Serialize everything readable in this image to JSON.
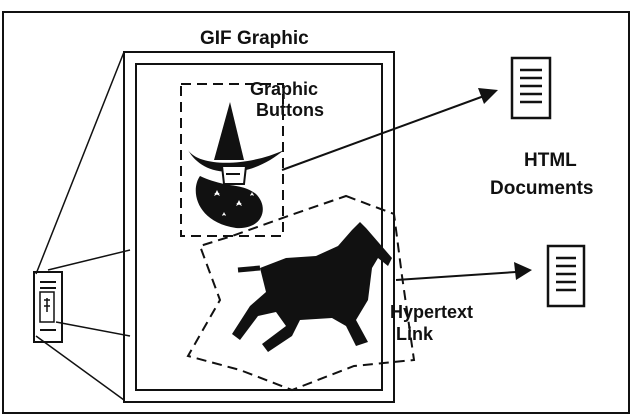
{
  "labels": {
    "gif_graphic": "GIF Graphic",
    "graphic_buttons_line1": "Graphic",
    "graphic_buttons_line2": "Buttons",
    "html_documents_line1": "HTML",
    "html_documents_line2": "Documents",
    "hypertext_link_line1": "Hypertext",
    "hypertext_link_line2": "Link"
  },
  "icons": [
    "document-icon",
    "wizard-illustration",
    "horse-illustration",
    "arrow-icon"
  ],
  "colors": {
    "ink": "#111111",
    "background": "#ffffff"
  }
}
